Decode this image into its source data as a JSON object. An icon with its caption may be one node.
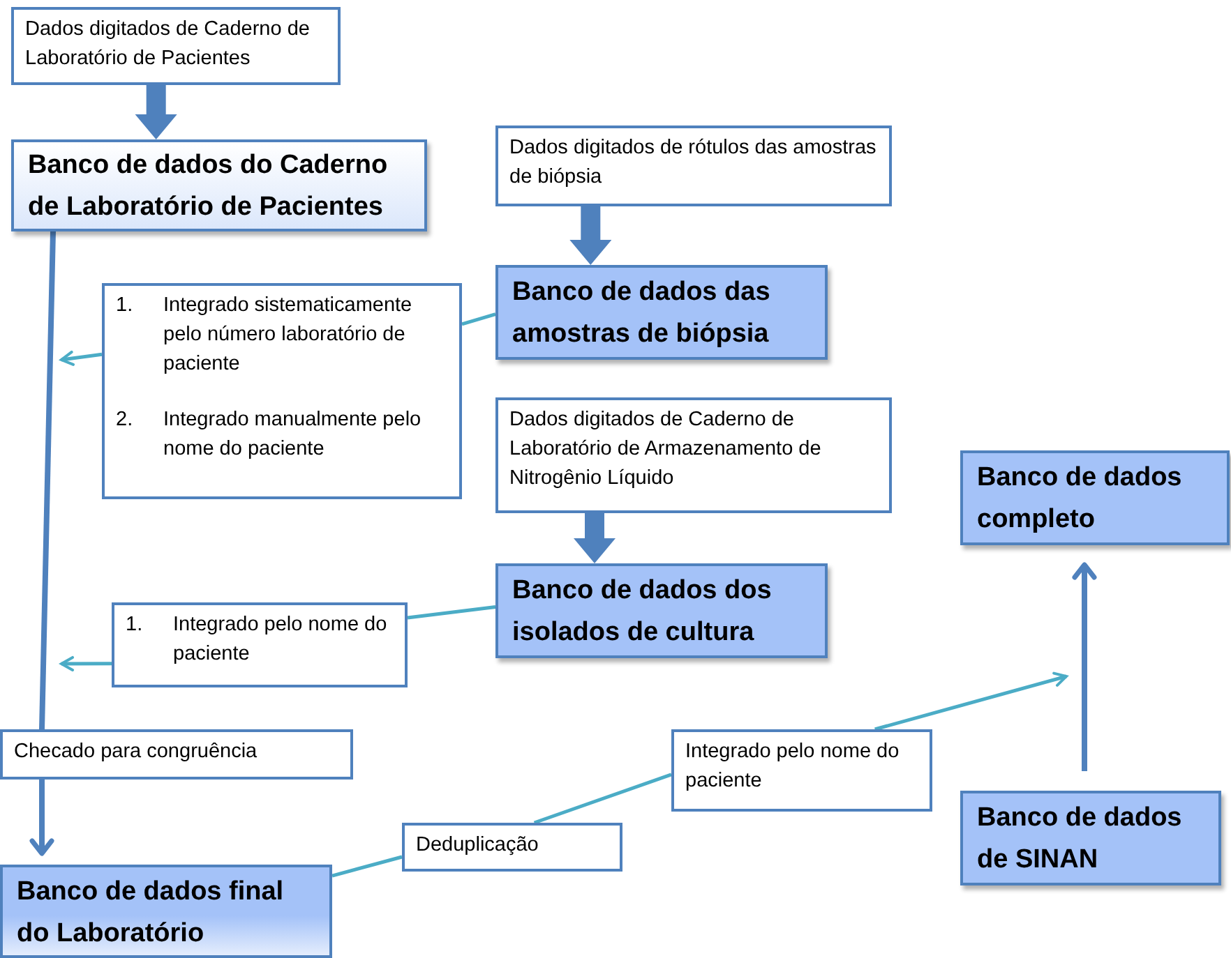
{
  "diagram": {
    "nodes": [
      {
        "text": [
          "Dados digitados de Caderno de Laboratório de Pacientes"
        ]
      },
      {
        "text": [
          "Banco de dados do Caderno de Laboratório de Pacientes"
        ]
      },
      {
        "text": [
          "Dados digitados de rótulos das amostras de biópsia"
        ]
      },
      {
        "text": [
          "Banco de dados das amostras de biópsia"
        ]
      },
      {
        "text": [
          "1.",
          "Integrado sistematicamente pelo número laboratório de paciente",
          "2.",
          "Integrado manualmente pelo nome do paciente"
        ]
      },
      {
        "text": [
          "Dados digitados de Caderno de Laboratório de Armazenamento de Nitrogênio Líquido"
        ]
      },
      {
        "text": [
          "Banco de dados dos isolados de cultura"
        ]
      },
      {
        "text": [
          "1.",
          "Integrado pelo nome do paciente"
        ]
      },
      {
        "text": [
          "Banco de dados completo"
        ]
      },
      {
        "text": [
          "Checado para congruência"
        ]
      },
      {
        "text": [
          "Integrado pelo nome do paciente"
        ]
      },
      {
        "text": [
          "Deduplicação"
        ]
      },
      {
        "text": [
          "Banco de dados final do Laboratório"
        ]
      },
      {
        "text": [
          "Banco de dados de SINAN"
        ]
      }
    ],
    "edges": [
      {
        "from": 0,
        "to": 1,
        "arrow": "to",
        "style": "thick",
        "color": "#4f81bd"
      },
      {
        "from": 2,
        "to": 3,
        "arrow": "to",
        "style": "thick",
        "color": "#4f81bd"
      },
      {
        "from": 5,
        "to": 6,
        "arrow": "to",
        "style": "thick",
        "color": "#4f81bd"
      },
      {
        "from": 1,
        "to": 9,
        "arrow": "none",
        "color": "#4f81bd"
      },
      {
        "from": 9,
        "to": 12,
        "arrow": "to",
        "color": "#4f81bd"
      },
      {
        "from": 3,
        "to": 4,
        "arrow": "none"
      },
      {
        "from": 4,
        "to": null,
        "arrow": "to"
      },
      {
        "from": 6,
        "to": 7,
        "arrow": "none"
      },
      {
        "from": 7,
        "to": null,
        "arrow": "to"
      },
      {
        "from": 12,
        "to": 11,
        "arrow": "none"
      },
      {
        "from": 11,
        "to": 10,
        "arrow": "none"
      },
      {
        "from": 10,
        "to": null,
        "arrow": "to"
      },
      {
        "from": 13,
        "to": 8,
        "arrow": "to",
        "color": "#4f81bd"
      }
    ]
  }
}
